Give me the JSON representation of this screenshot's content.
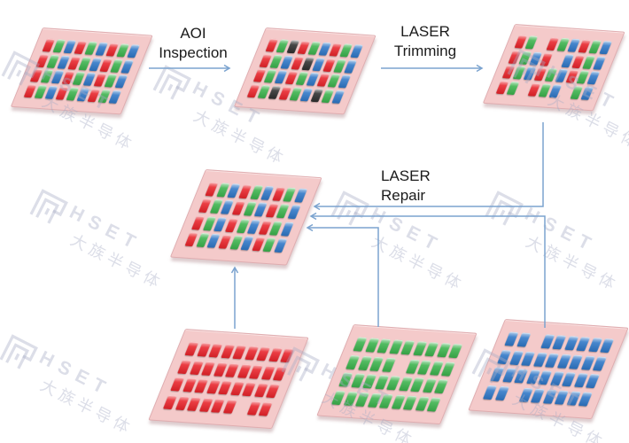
{
  "diagram": {
    "labels": {
      "aoi_line1": "AOI",
      "aoi_line2": "Inspection",
      "trim_line1": "LASER",
      "trim_line2": "Trimming",
      "repair_line1": "LASER",
      "repair_line2": "Repair"
    },
    "watermark": {
      "brand": "HSET",
      "brand_cn": "大族半导体"
    }
  },
  "colors": {
    "chip_R": "#e8232a",
    "chip_G": "#3bb24c",
    "chip_B": "#2e76c6",
    "chip_K": "#2e2e2e",
    "panel": "#f4caca",
    "arrow": "#7ba3cf"
  },
  "panels": {
    "incoming": {
      "rows": [
        "RGBRGBRGB",
        "RGBRGBRGB",
        "RGBRGBRGB",
        "RGBRGBRGB"
      ]
    },
    "inspected": {
      "rows": [
        "RGKRGBRGB",
        "RGBRKBRGB",
        "RGBRGBRGB",
        "RGKRGBKGB"
      ]
    },
    "trimmed": {
      "rows": [
        "RG.RGBRGB",
        "RGBR.BRGB",
        "RGBRGBRGB",
        "RG.RGB.GB"
      ]
    },
    "repaired": {
      "rows": [
        "RGBRGBRGB",
        "RGBRGBRGB",
        "RGBRGBRGB",
        "RGBRGBRGB"
      ]
    },
    "red_donor": {
      "rows": [
        "RRRRRRRRR",
        "RRRRRRRRR",
        "RRRRRRRRR",
        "RRRRRR.RR"
      ]
    },
    "green_donor": {
      "rows": [
        "GGGGGGGGG",
        "GGGG.GGGG",
        "GGGGGGGGG",
        "GGGGGGGGG"
      ]
    },
    "blue_donor": {
      "rows": [
        "BB.BBBBBB",
        "BBBBBBBBB",
        "BBBBBBBBB",
        "BB.BBBBBB"
      ]
    }
  }
}
